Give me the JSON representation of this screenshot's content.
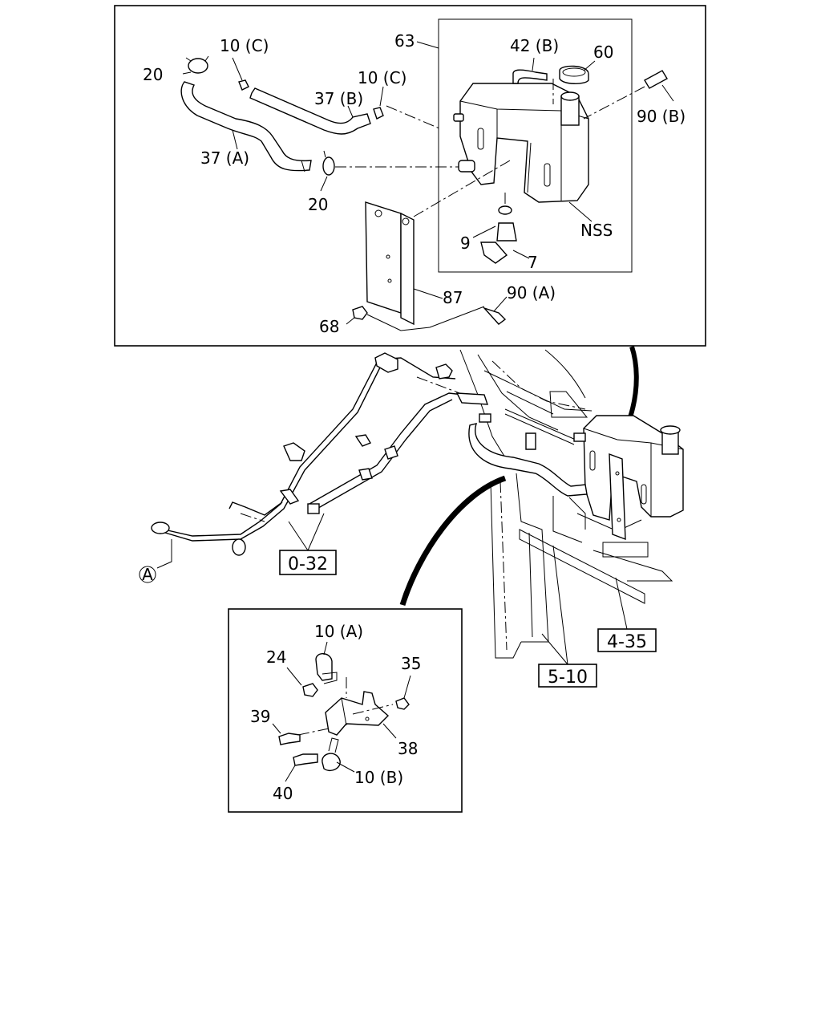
{
  "callouts": {
    "c10c_top": "10 (C)",
    "c20_top": "20",
    "c63": "63",
    "c42b": "42 (B)",
    "c60": "60",
    "c10c_mid": "10 (C)",
    "c37b": "37 (B)",
    "c90b": "90 (B)",
    "c37a": "37 (A)",
    "c20_low": "20",
    "c9": "9",
    "c7": "7",
    "cnss": "NSS",
    "c87": "87",
    "c90a": "90 (A)",
    "c68": "68",
    "c10a": "10 (A)",
    "c24": "24",
    "c35": "35",
    "c39": "39",
    "c38": "38",
    "c40": "40",
    "c10b": "10 (B)",
    "circle_a": "A"
  },
  "references": {
    "ref_0_32": "0-32",
    "ref_4_35": "4-35",
    "ref_5_10": "5-10"
  }
}
